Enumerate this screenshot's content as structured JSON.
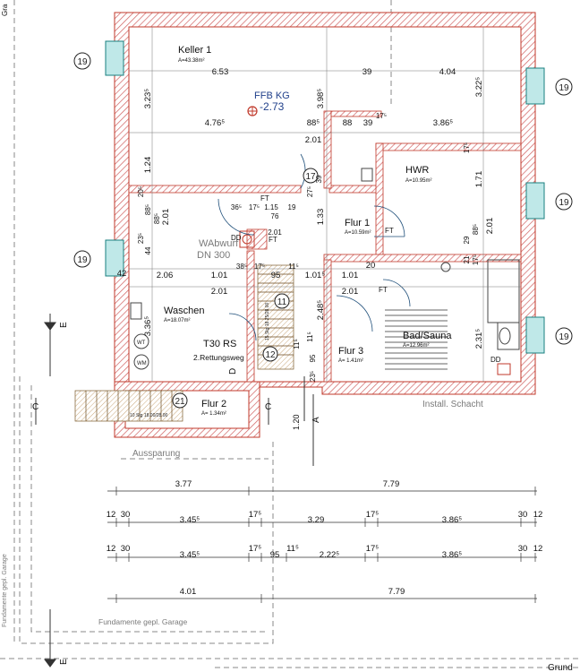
{
  "rooms": {
    "keller": {
      "name": "Keller 1",
      "area": "A=43.38m²"
    },
    "hwr": {
      "name": "HWR",
      "area": "A=10.95m²"
    },
    "flur1": {
      "name": "Flur 1",
      "area": "A=10.59m²"
    },
    "flur2": {
      "name": "Flur 2",
      "area": "A= 1.34m²"
    },
    "flur3": {
      "name": "Flur 3",
      "area": "A= 1.41m²"
    },
    "waschen": {
      "name": "Waschen",
      "area": "A=18.07m²"
    },
    "bad": {
      "name": "Bad/Sauna",
      "area": "A=12.96m²"
    }
  },
  "labels": {
    "ffb_label": "FFB KG",
    "ffb_level": "-2.73",
    "wabwurf": "WAbwurf",
    "dn300": "DN 300",
    "t30": "T30 RS",
    "rettungsweg": "2.Rettungsweg",
    "install_schacht": "Install. Schacht",
    "aussparung": "Aussparung",
    "fundamente": "Fundamente gepl. Garage",
    "fundamente_vert": "Fundamente gepl. Garage",
    "grundriss": "Grund",
    "corner_text": "Gra",
    "stair_text": "10 Stg 18.00/28.00",
    "stair_text2": "15 Stg 18.25/28.00",
    "dd1": "DD",
    "dd2": "DD",
    "wm": "WM",
    "wt": "WT",
    "axis_c": "C",
    "axis_d": "D",
    "axis_e": "E",
    "axis_a": "A",
    "dim_120": "1.20"
  },
  "markers": {
    "window": "19",
    "stair11": "11",
    "stair12": "12",
    "stair17": "17",
    "stair21": "21",
    "ft": "FT"
  },
  "interior_dims": [
    "6.53",
    "39",
    "4.04",
    "3.23⁵",
    "3.98⁵",
    "3.22⁵",
    "4.76⁵",
    "88⁵",
    "39",
    "17⁵",
    "3.86⁵",
    "88",
    "2.01",
    "1.24",
    "1.71",
    "17⁵",
    "27⁵",
    "39",
    "1.33",
    "2.01",
    "88⁵",
    "36⁵",
    "17⁵",
    "1.15",
    "19",
    "76",
    "2.01",
    "29",
    "21",
    "17⁵",
    "88⁵",
    "2.01",
    "20⁵",
    "88⁵",
    "23⁵",
    "44",
    "2.06",
    "1.01",
    "38⁵",
    "17⁵",
    "95",
    "11⁵",
    "1.01⁵",
    "1.01",
    "20",
    "42",
    "2.01",
    "2.01",
    "3.36⁵",
    "2.48⁵",
    "2.31⁵",
    "11⁵",
    "23⁵",
    "95",
    "11⁵"
  ],
  "dimension_rows": [
    [
      "3.77",
      "7.79"
    ],
    [
      "12",
      "30",
      "3.45⁵",
      "17⁵",
      "3.29",
      "17⁵",
      "3.86⁵",
      "30",
      "12"
    ],
    [
      "12",
      "30",
      "3.45⁵",
      "17⁵",
      "95",
      "11⁵",
      "2.22⁵",
      "17⁵",
      "3.86⁵",
      "30",
      "12"
    ],
    [
      "4.01",
      "7.79"
    ]
  ]
}
